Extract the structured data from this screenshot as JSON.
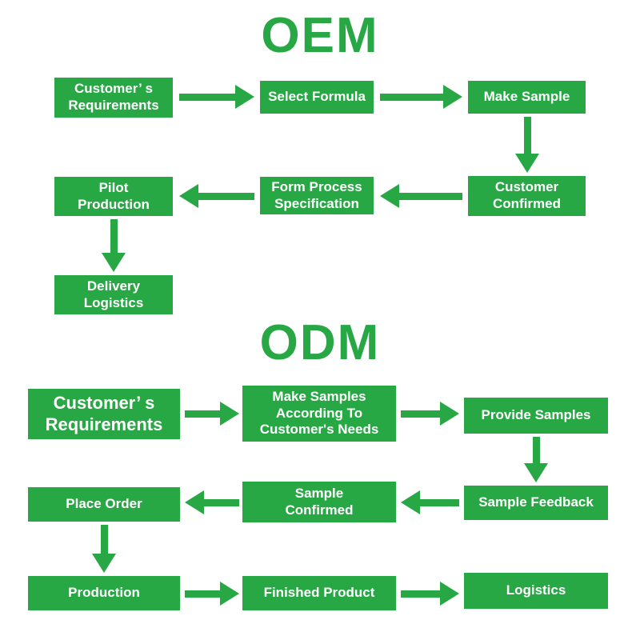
{
  "colors": {
    "green": "#28a745",
    "text": "#ffffff",
    "background": "#ffffff"
  },
  "oem": {
    "title": "OEM",
    "nodes": {
      "requirements": "Customer’ s\nRequirements",
      "select_formula": "Select Formula",
      "make_sample": "Make Sample",
      "customer_confirmed": "Customer\nConfirmed",
      "form_process_specification": "Form Process\nSpecification",
      "pilot_production": "Pilot\nProduction",
      "delivery_logistics": "Delivery\nLogistics"
    }
  },
  "odm": {
    "title": "ODM",
    "nodes": {
      "requirements": "Customer’ s\nRequirements",
      "make_samples": "Make Samples\nAccording To\nCustomer's Needs",
      "provide_samples": "Provide Samples",
      "sample_feedback": "Sample Feedback",
      "sample_confirmed": "Sample\nConfirmed",
      "place_order": "Place Order",
      "production": "Production",
      "finished_product": "Finished Product",
      "logistics": "Logistics"
    }
  }
}
